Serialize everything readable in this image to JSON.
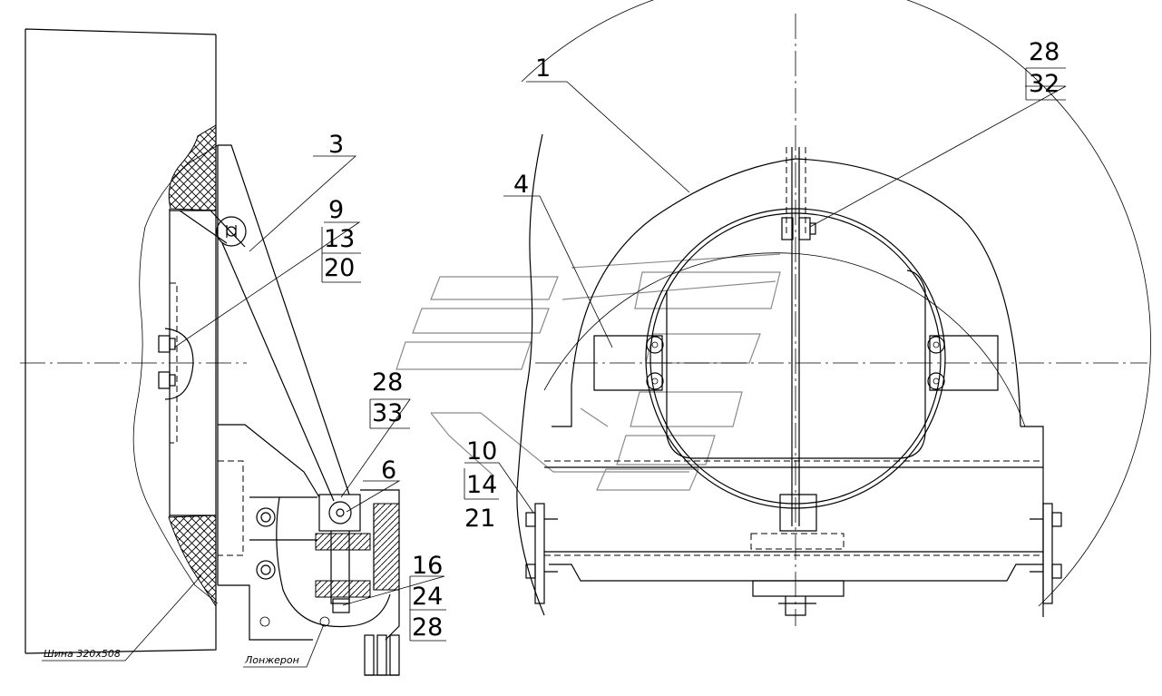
{
  "callouts": {
    "c1": "1",
    "c3": "3",
    "c4": "4",
    "c6": "6",
    "c9": [
      "9",
      "13",
      "20"
    ],
    "c28a": [
      "28",
      "32"
    ],
    "c28b": [
      "28",
      "33"
    ],
    "c10": [
      "10",
      "14",
      "21"
    ],
    "c16": [
      "16",
      "24",
      "28"
    ]
  },
  "notes": {
    "tire": "Шина 320x508",
    "frame_rail": "Лонжерон"
  }
}
